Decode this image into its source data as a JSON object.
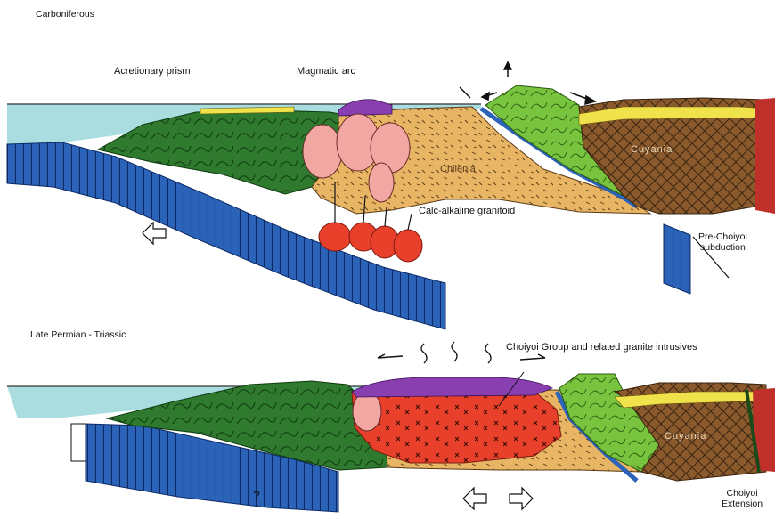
{
  "panel_top": {
    "title": "Carboniferous",
    "labels": {
      "accretionary_prism": "Acretionary prism",
      "magmatic_arc": "Magmatic arc",
      "chilenia": "Chilenia",
      "cuyania": "Cuyania",
      "granitoid": "Calc-alkaline granitoid",
      "subduction_line1": "Pre-Choiyoi",
      "subduction_line2": "subduction"
    }
  },
  "panel_bottom": {
    "title": "Late Permian - Triassic",
    "labels": {
      "choiyoi_group": "Choiyoi Group and related granite intrusives",
      "cuyania": "Cuyania",
      "question": "?",
      "extension_line1": "Choiyoi",
      "extension_line2": "Extension"
    }
  },
  "colors": {
    "sea": "#a9dde0",
    "oceanic_slab": "#2a63b8",
    "prism_green": "#2f7a2e",
    "light_green": "#79c43e",
    "arc_purple": "#8a3fb0",
    "chilenia_orange": "#e8b565",
    "granitoid_pink": "#f2a7a3",
    "granite_red": "#e8402a",
    "cuyania_brown": "#8a5a2c",
    "sediment_yellow": "#f0e24a"
  }
}
